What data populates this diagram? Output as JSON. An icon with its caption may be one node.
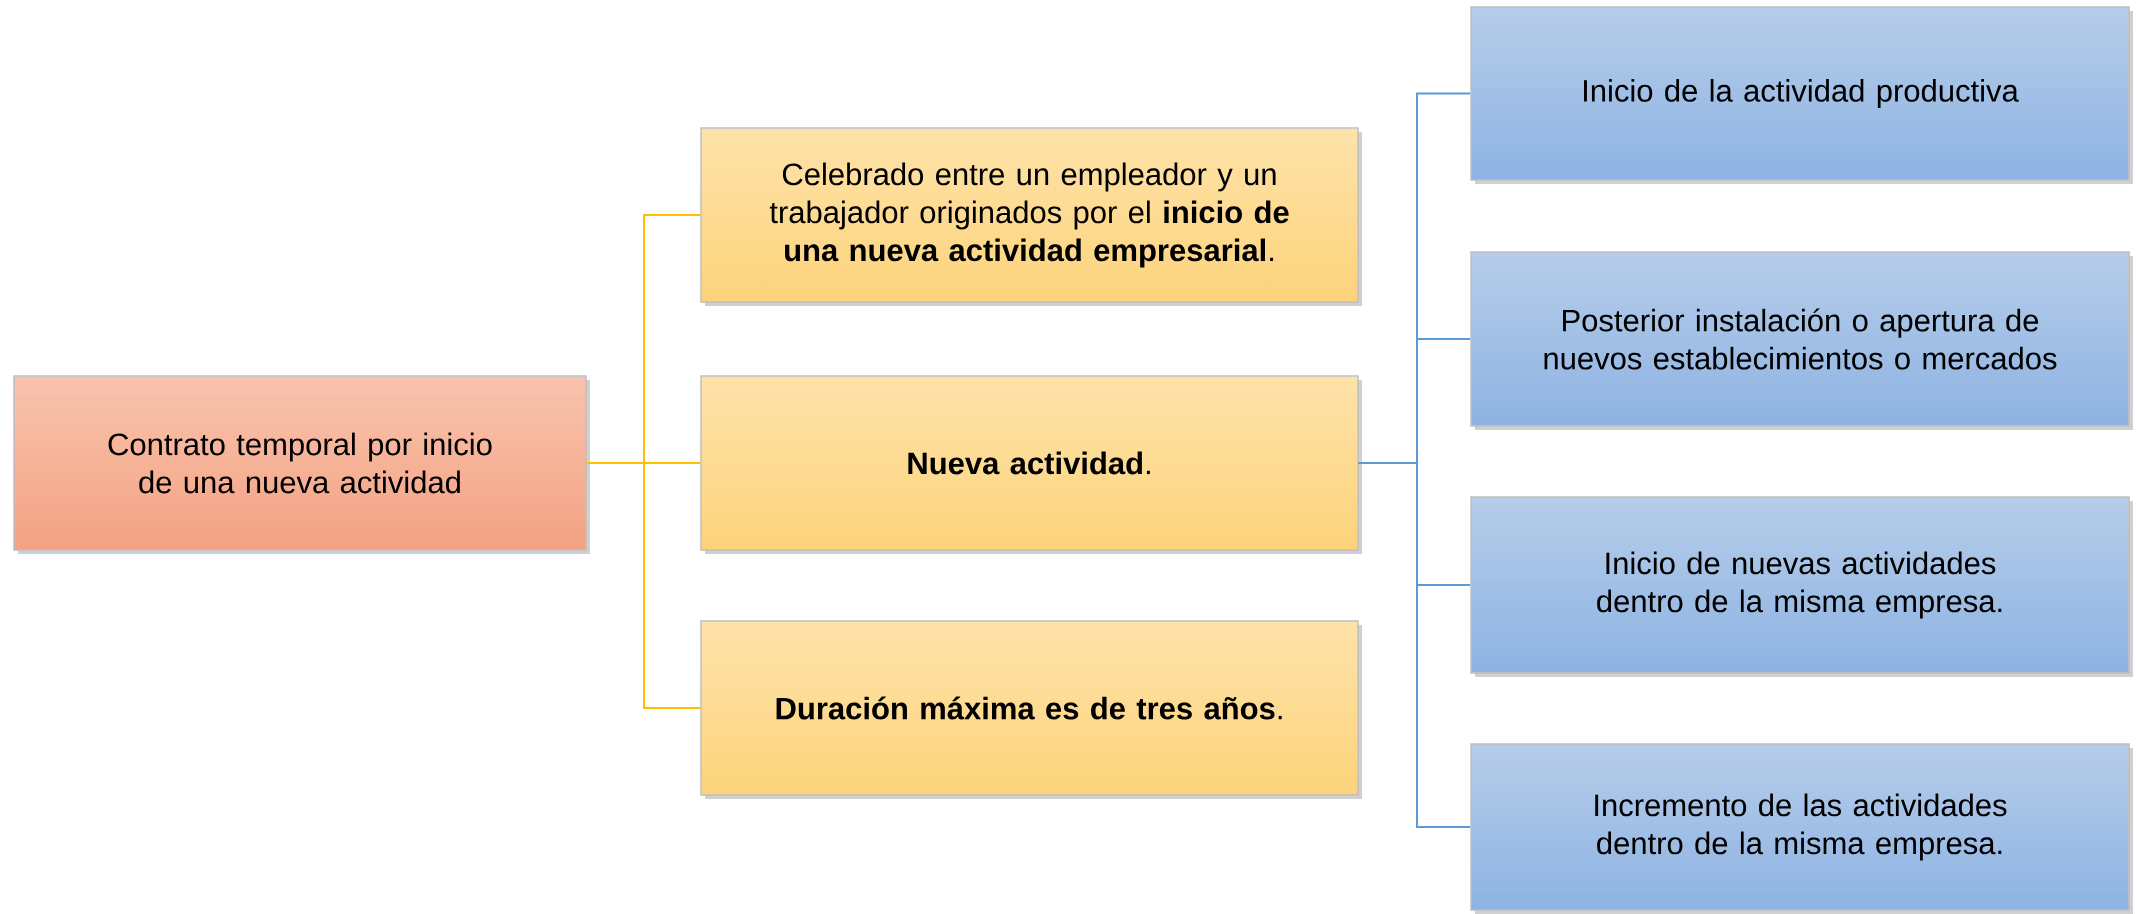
{
  "diagram": {
    "nodes": [
      {
        "text": [
          "Contrato temporal por inicio de una nueva actividad"
        ]
      },
      {
        "text": [
          "Celebrado entre un empleador y un trabajador originados por el **inicio de una nueva actividad empresarial**."
        ]
      },
      {
        "text": [
          "**Nueva actividad**."
        ]
      },
      {
        "text": [
          "**Duración máxima es de tres años**."
        ]
      },
      {
        "text": [
          "Inicio de la actividad productiva"
        ]
      },
      {
        "text": [
          "Posterior instalación o apertura de nuevos establecimientos o mercados"
        ]
      },
      {
        "text": [
          "Inicio de nuevas actividades dentro de la misma empresa."
        ]
      },
      {
        "text": [
          "Incremento de las actividades dentro de la misma empresa."
        ]
      }
    ],
    "edges": [
      {
        "from": 0,
        "to": 1,
        "arrow": "none",
        "color": "#ffc000"
      },
      {
        "from": 0,
        "to": 2,
        "arrow": "none",
        "color": "#ffc000"
      },
      {
        "from": 0,
        "to": 3,
        "arrow": "none",
        "color": "#ffc000"
      },
      {
        "from": 2,
        "to": 4,
        "arrow": "none"
      },
      {
        "from": 2,
        "to": 5,
        "arrow": "none"
      },
      {
        "from": 2,
        "to": 6,
        "arrow": "none"
      },
      {
        "from": 2,
        "to": 7,
        "arrow": "none"
      }
    ]
  }
}
